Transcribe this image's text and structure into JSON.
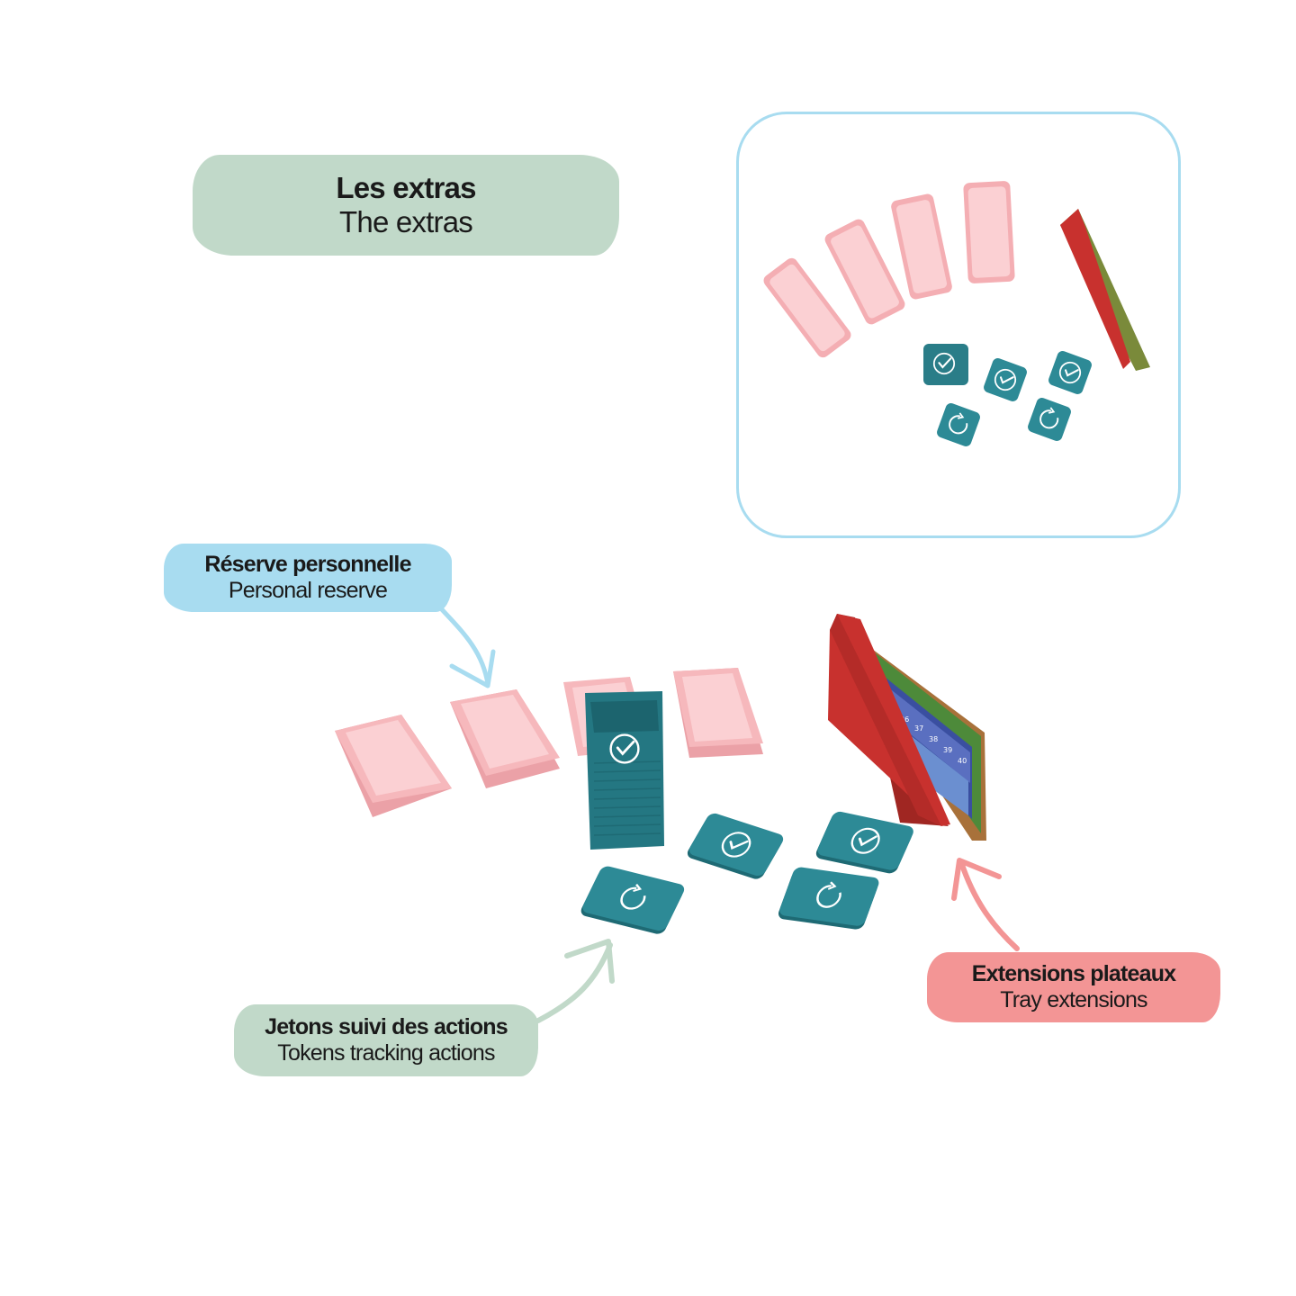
{
  "title": {
    "primary": "Les extras",
    "secondary": "The extras"
  },
  "callouts": {
    "reserve": {
      "primary": "Réserve personnelle",
      "secondary": "Personal reserve",
      "color": "#a8dcf0"
    },
    "tokens": {
      "primary": "Jetons suivi des actions",
      "secondary": "Tokens tracking actions",
      "color": "#c1d9c9"
    },
    "extensions": {
      "primary": "Extensions plateaux",
      "secondary": "Tray extensions",
      "color": "#f39595"
    }
  },
  "inset": {
    "border_color": "#a8dcf0"
  },
  "board_numbers": [
    "36",
    "37",
    "38",
    "39",
    "40"
  ],
  "colors": {
    "tray": "#f6b8bc",
    "token": "#2d8a96",
    "holder": "#c8312e",
    "board": "#5a8a3a"
  },
  "icons": [
    "check-icon",
    "rotate-icon"
  ]
}
